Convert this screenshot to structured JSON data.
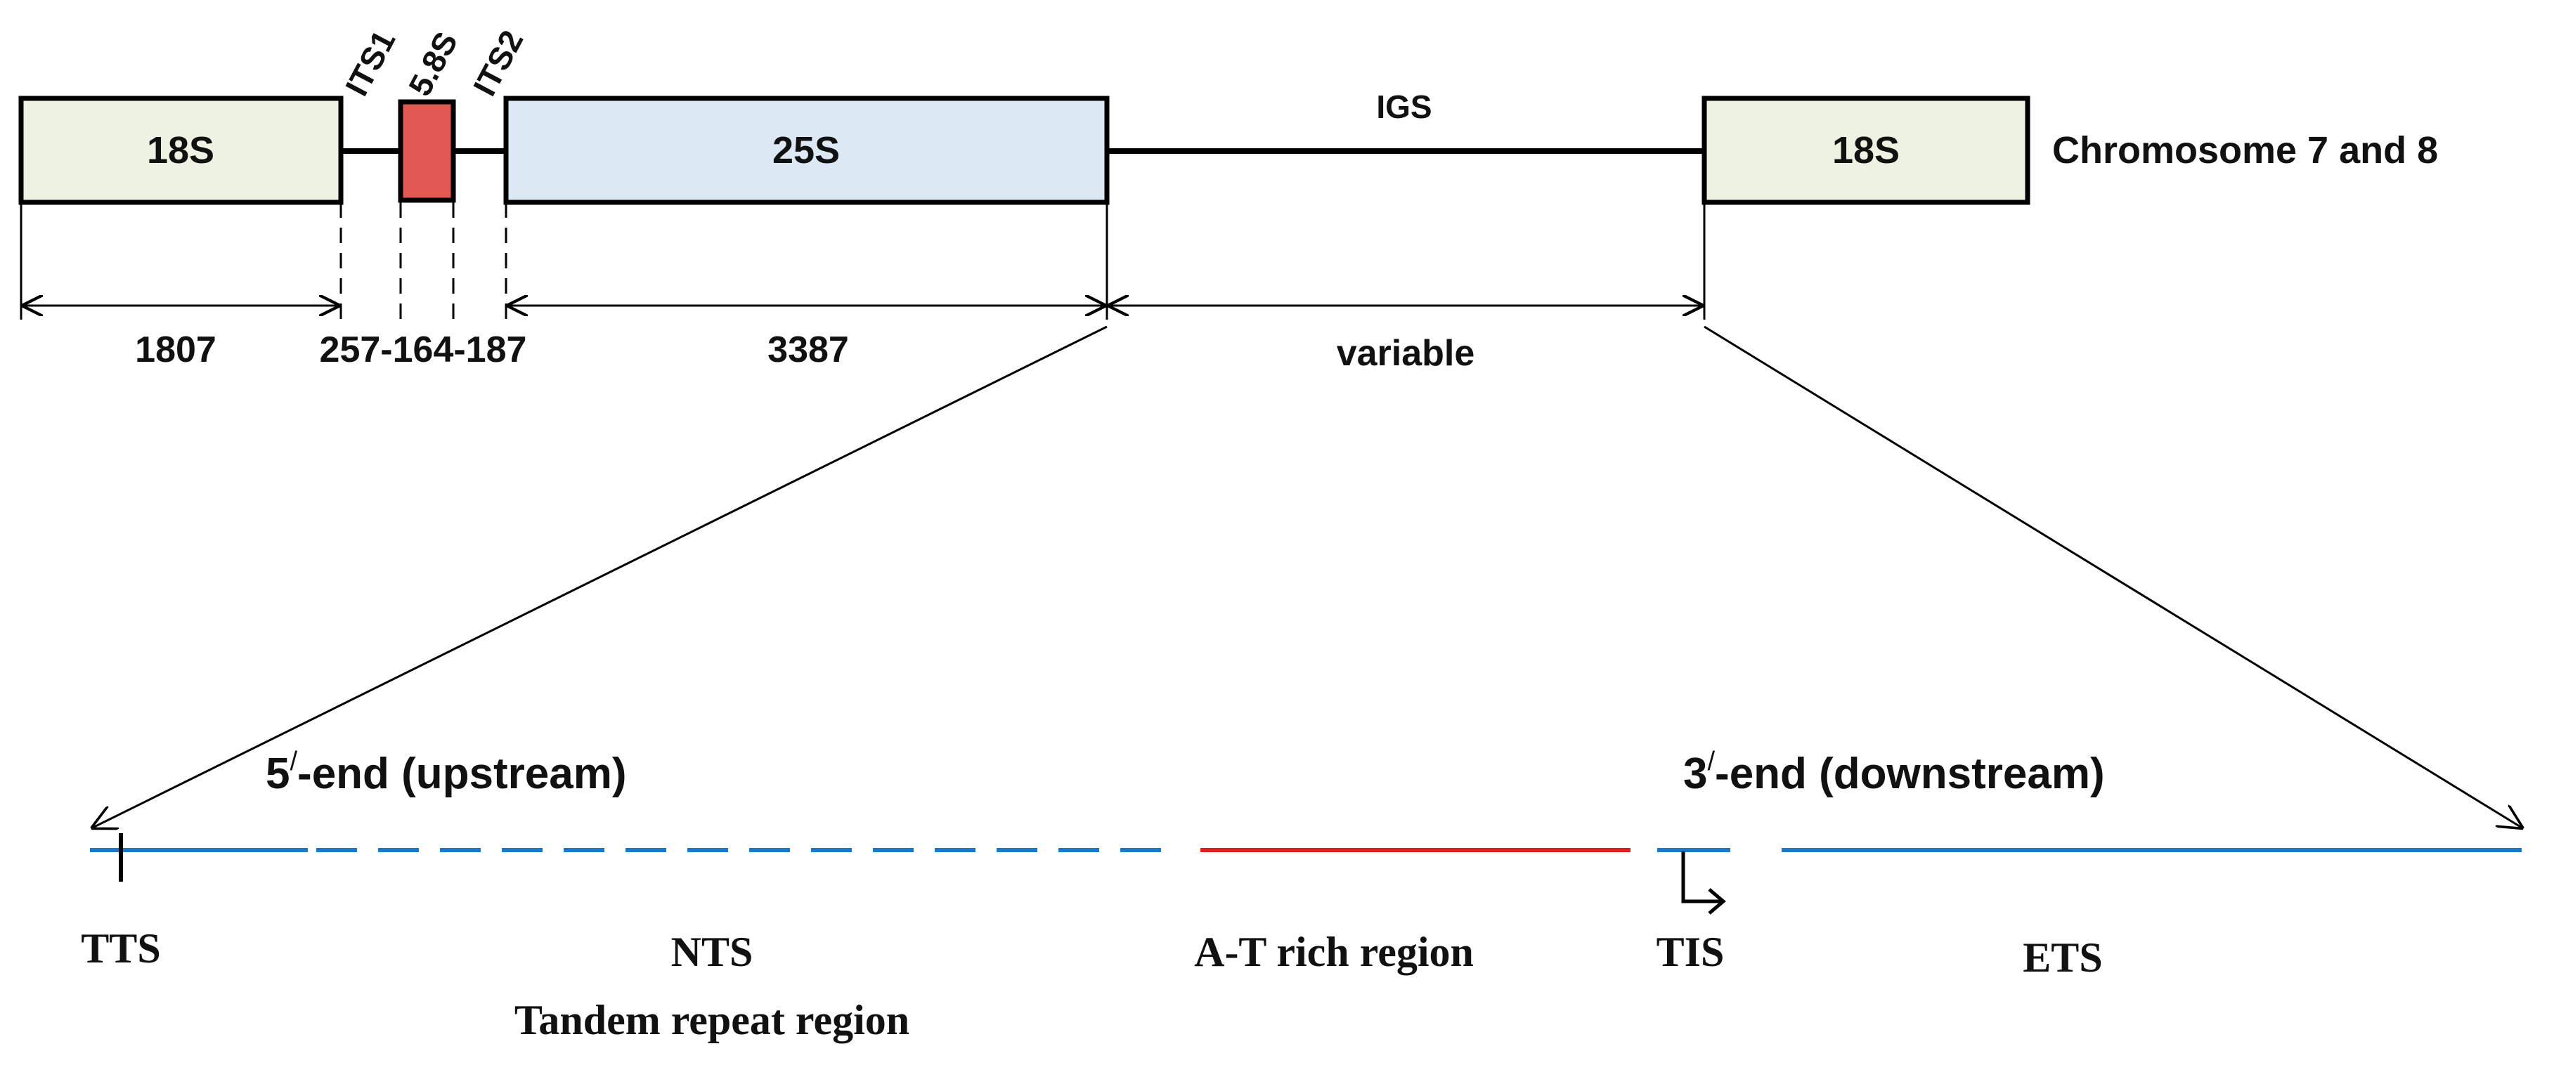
{
  "gene_map": {
    "boxes": {
      "s18_left": "18S",
      "s25": "25S",
      "s18_right": "18S"
    },
    "labels": {
      "its1": "ITS1",
      "s58": "5.8S",
      "its2": "ITS2",
      "igs": "IGS",
      "chromosome": "Chromosome 7 and 8"
    },
    "lengths": {
      "s18": "1807",
      "its_58_its": "257-164-187",
      "s25": "3387",
      "igs": "variable"
    }
  },
  "igs_detail": {
    "five_prime_end": "5/-end (upstream)",
    "three_prime_end": "3/-end (downstream)",
    "five_prime_parts": {
      "num": "5",
      "sup": "/",
      "rest": "-end  (upstream)"
    },
    "three_prime_parts": {
      "num": "3",
      "sup": "/",
      "rest": "-end (downstream)"
    },
    "tts": "TTS",
    "nts": "NTS",
    "tandem": "Tandem repeat region",
    "at_rich": "A-T rich region",
    "tis": "TIS",
    "ets": "ETS"
  },
  "colors": {
    "s18_fill": "#eef2e2",
    "s25_fill": "#dce8f4",
    "s58_fill": "#e35a55",
    "igs_blue": "#1a7ac9",
    "at_red": "#e02020"
  }
}
